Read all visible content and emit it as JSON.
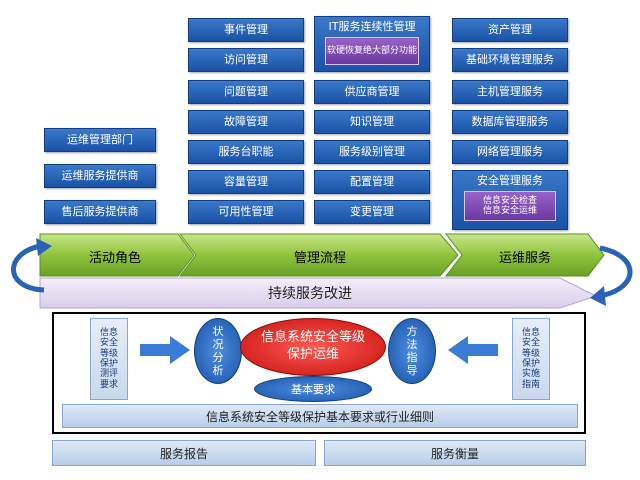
{
  "left_roles": [
    "运维管理部门",
    "运维服务提供商",
    "售后服务提供商"
  ],
  "process_col1": [
    "事件管理",
    "访问管理",
    "问题管理",
    "故障管理",
    "服务台职能",
    "容量管理",
    "可用性管理"
  ],
  "process_col2": {
    "it_continuity": "IT服务连续性管理",
    "sub_note": "软硬恢复绝大部分功能",
    "items": [
      "供应商管理",
      "知识管理",
      "服务级别管理",
      "配置管理",
      "变更管理"
    ]
  },
  "service_col": [
    "资产管理",
    "基础环境管理服务",
    "主机管理服务",
    "数据库管理服务",
    "网络管理服务",
    "安全管理服务"
  ],
  "security_sub": [
    "信息安全检查",
    "信息安全运维"
  ],
  "arrows": {
    "roles": "活动角色",
    "process": "管理流程",
    "service": "运维服务"
  },
  "improve": "持续服务改进",
  "left_side_text": "信息安全等级保护测评要求",
  "right_side_text": "信息安全等级保护实施指南",
  "status_analysis": "状况分析",
  "center_title": "信息系统安全等级保护运维",
  "method_guide": "方法指导",
  "basic_req": "基本要求",
  "base_bar": "信息系统安全等级保护基本要求或行业细则",
  "report": "服务报告",
  "measure": "服务衡量",
  "colors": {
    "blue": "#2a62b8",
    "green": "#8fc43d",
    "red": "#e0221f",
    "purple": "#7a49b0"
  }
}
